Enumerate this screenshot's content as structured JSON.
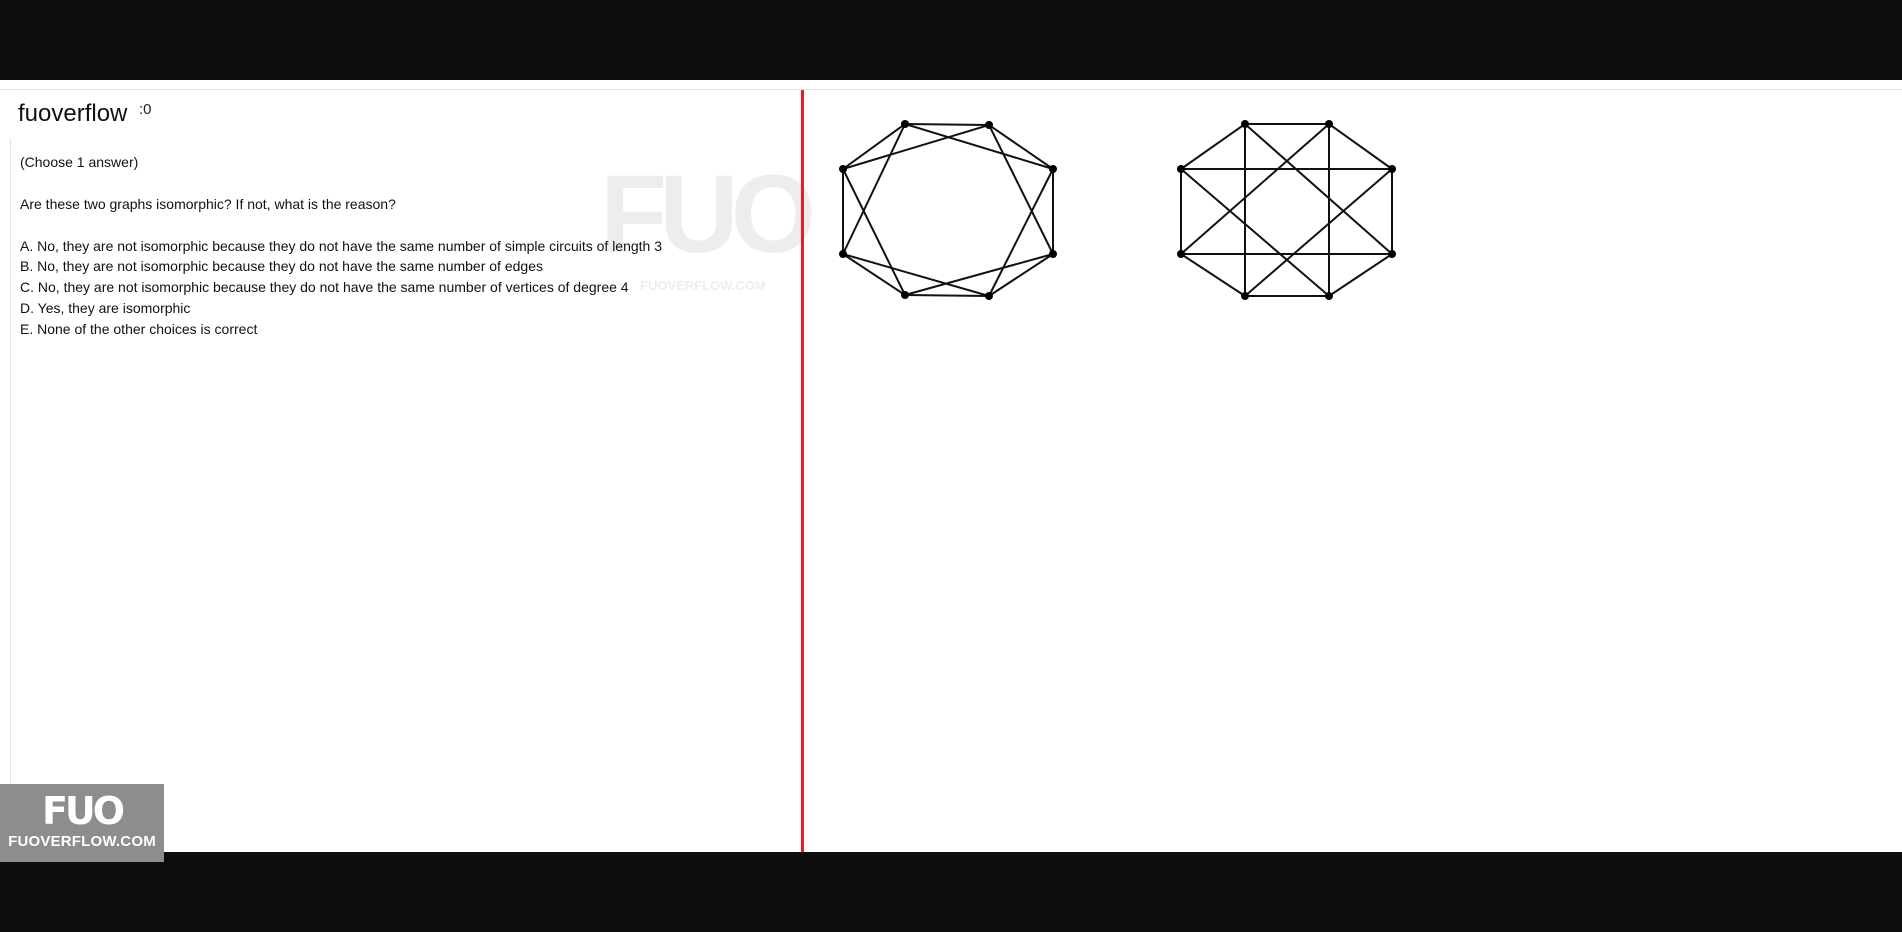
{
  "brand": {
    "name": "fuoverflow",
    "header_tail": ":0"
  },
  "question": {
    "instruction": "(Choose 1 answer)",
    "stem": "Are these two graphs isomorphic? If not, what is the reason?",
    "options": [
      {
        "letter": "A",
        "text": "A. No, they are not isomorphic because they do not have the same number of simple circuits of length 3"
      },
      {
        "letter": "B",
        "text": "B. No, they are not isomorphic because they do not have the same number of edges"
      },
      {
        "letter": "C",
        "text": "C. No, they are not isomorphic because they do not have the same number of vertices of degree 4"
      },
      {
        "letter": "D",
        "text": "D. Yes, they are isomorphic"
      },
      {
        "letter": "E",
        "text": "E. None of the other choices is correct"
      }
    ]
  },
  "watermark": {
    "mark": "FUO",
    "url": "FUOVERFLOW.COM"
  },
  "logo": {
    "mark": "FUO",
    "site": "FUOVERFLOW.COM"
  },
  "colors": {
    "divider": "#e3202a",
    "logo_bg": "#8d8d8d",
    "frame": "#0e0e0e"
  },
  "graphs": [
    {
      "name": "graph-left",
      "vertex_count": 8,
      "edges": [
        [
          0,
          1
        ],
        [
          1,
          2
        ],
        [
          2,
          3
        ],
        [
          3,
          4
        ],
        [
          4,
          5
        ],
        [
          5,
          6
        ],
        [
          6,
          7
        ],
        [
          7,
          0
        ],
        [
          0,
          2
        ],
        [
          1,
          7
        ],
        [
          2,
          4
        ],
        [
          3,
          1
        ],
        [
          4,
          6
        ],
        [
          5,
          3
        ],
        [
          6,
          0
        ],
        [
          7,
          5
        ]
      ]
    },
    {
      "name": "graph-right",
      "vertex_count": 8,
      "edges": [
        [
          0,
          1
        ],
        [
          1,
          2
        ],
        [
          2,
          3
        ],
        [
          3,
          4
        ],
        [
          4,
          5
        ],
        [
          5,
          6
        ],
        [
          6,
          7
        ],
        [
          7,
          0
        ],
        [
          0,
          5
        ],
        [
          1,
          4
        ],
        [
          2,
          7
        ],
        [
          3,
          6
        ],
        [
          0,
          3
        ],
        [
          1,
          6
        ],
        [
          2,
          5
        ],
        [
          4,
          7
        ]
      ]
    }
  ]
}
